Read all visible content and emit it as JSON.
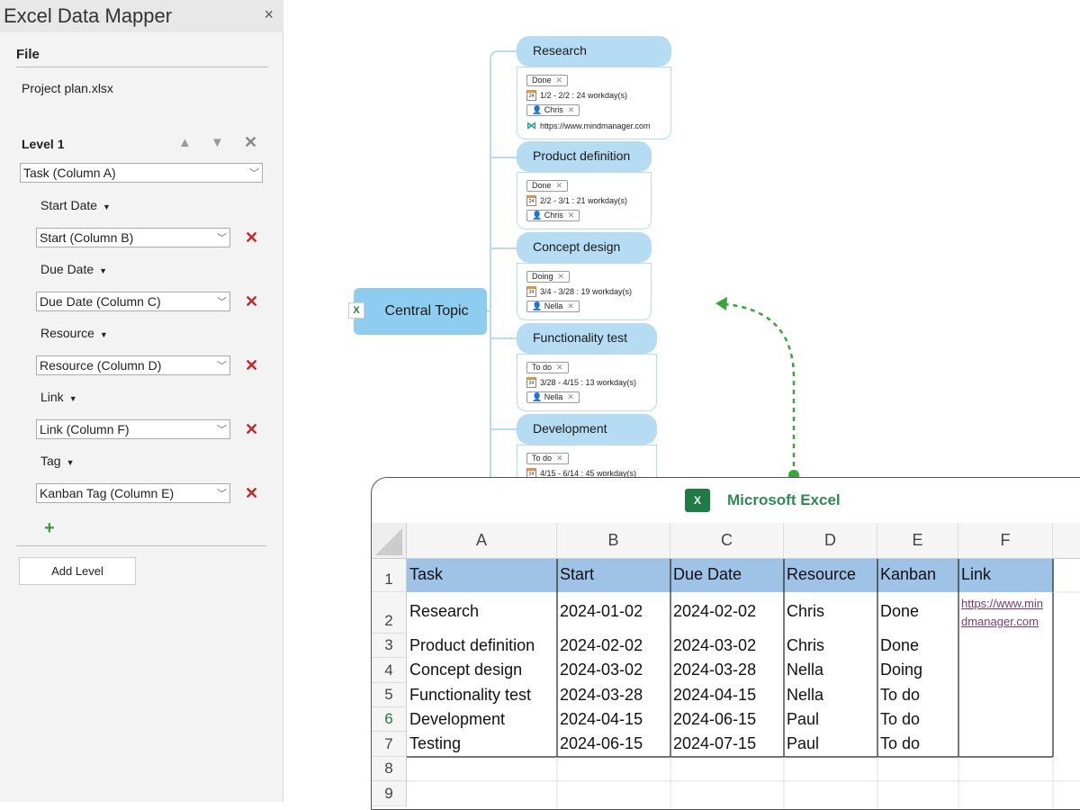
{
  "panel": {
    "title": "Excel Data Mapper",
    "close": "×",
    "file_label": "File",
    "file_name": "Project plan.xlsx",
    "level_label": "Level 1",
    "level_select": "Task (Column A)",
    "fields": [
      {
        "label": "Start Date",
        "value": "Start  (Column B)"
      },
      {
        "label": "Due Date",
        "value": "Due Date (Column C)"
      },
      {
        "label": "Resource",
        "value": "Resource (Column D)"
      },
      {
        "label": "Link",
        "value": "Link (Column F)"
      },
      {
        "label": "Tag",
        "value": "Kanban Tag (Column E)"
      }
    ],
    "add_level": "Add Level"
  },
  "map": {
    "central": "Central Topic",
    "topics": [
      {
        "title": "Research",
        "tag": "Done",
        "dates": "1/2 - 2/2 : 24 workday(s)",
        "resource": "Chris",
        "link": "https://www.mindmanager.com"
      },
      {
        "title": "Product definition",
        "tag": "Done",
        "dates": "2/2 - 3/1 : 21 workday(s)",
        "resource": "Chris"
      },
      {
        "title": "Concept design",
        "tag": "Doing",
        "dates": "3/4 - 3/28 : 19 workday(s)",
        "resource": "Nella"
      },
      {
        "title": "Functionality test",
        "tag": "To do",
        "dates": "3/28 - 4/15 : 13 workday(s)",
        "resource": "Nella"
      },
      {
        "title": "Development",
        "tag": "To do",
        "dates": "4/15 - 6/14 : 45 workday(s)"
      }
    ]
  },
  "excel": {
    "title": "Microsoft Excel",
    "accent": "#2e8b57",
    "header_fill": "#9fc3e7",
    "columns": [
      "A",
      "B",
      "C",
      "D",
      "E",
      "F"
    ],
    "row_numbers": [
      "1",
      "2",
      "3",
      "4",
      "5",
      "6",
      "7",
      "8",
      "9"
    ],
    "headers": [
      "Task",
      "Start",
      "Due Date",
      "Resource",
      "Kanban",
      "Link"
    ],
    "rows": [
      [
        "Research",
        "2024-01-02",
        "2024-02-02",
        "Chris",
        "Done"
      ],
      [
        "Product definition",
        "2024-02-02",
        "2024-03-02",
        "Chris",
        "Done"
      ],
      [
        "Concept design",
        "2024-03-02",
        "2024-03-28",
        "Nella",
        "Doing"
      ],
      [
        "Functionality test",
        "2024-03-28",
        "2024-04-15",
        "Nella",
        "To do"
      ],
      [
        "Development",
        "2024-04-15",
        "2024-06-15",
        "Paul",
        "To do"
      ],
      [
        "Testing",
        "2024-06-15",
        "2024-07-15",
        "Paul",
        "To do"
      ]
    ],
    "link_line1": "https://www.min",
    "link_line2": "dmanager.com"
  }
}
